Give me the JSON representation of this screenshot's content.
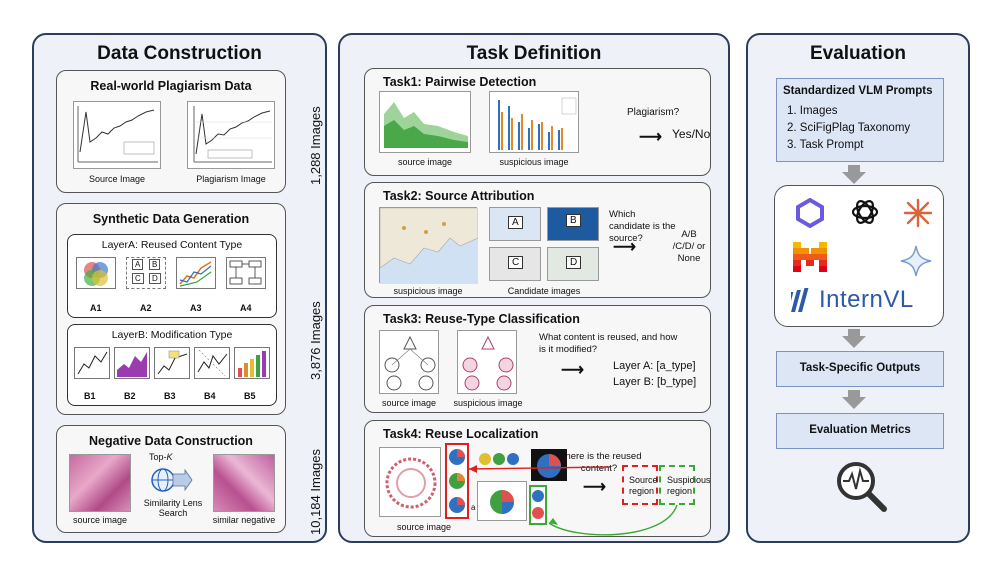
{
  "panels": {
    "data_construction": "Data Construction",
    "task_definition": "Task Definition",
    "evaluation": "Evaluation"
  },
  "data": {
    "real": {
      "title": "Real-world Plagiarism Data",
      "count": "1,288 Images",
      "source_caption": "Source Image",
      "plag_caption": "Plagiarism Image"
    },
    "synthetic": {
      "title": "Synthetic Data Generation",
      "count": "3,876 Images",
      "layer_a": "LayerA: Reused Content Type",
      "layer_b": "LayerB: Modification Type",
      "a_labels": [
        "A1",
        "A2",
        "A3",
        "A4"
      ],
      "a2_letters": [
        "A",
        "B",
        "C",
        "D"
      ],
      "b_labels": [
        "B1",
        "B2",
        "B3",
        "B4",
        "B5"
      ]
    },
    "negative": {
      "title": "Negative Data Construction",
      "count": "10,184 Images",
      "source_caption": "source image",
      "top_k": "Top-",
      "top_k_var": "K",
      "search_caption": "Similarity Lens Search",
      "neg_caption": "similar negative"
    }
  },
  "tasks": {
    "task1": {
      "title": "Task1: Pairwise Detection",
      "source": "source image",
      "suspicious": "suspicious image",
      "question": "Plagiarism?",
      "answer": "Yes/No"
    },
    "task2": {
      "title": "Task2: Source Attribution",
      "suspicious": "suspicious image",
      "candidates": "Candidate images",
      "question": "Which candidate is the source?",
      "answer": "A/B /C/D/ or None",
      "letters": [
        "A",
        "B",
        "C",
        "D"
      ]
    },
    "task3": {
      "title": "Task3: Reuse-Type Classification",
      "source": "source image",
      "suspicious": "suspicious image",
      "question": "What content is reused, and how is it modified?",
      "layer_a": "Layer A: [a_type]",
      "layer_b": "Layer B: [b_type]"
    },
    "task4": {
      "title": "Task4: Reuse Localization",
      "source": "source image",
      "question": "Where is the reused content?",
      "source_region": "Source region",
      "suspicious_region": "Suspicious region",
      "fig_label": "a"
    }
  },
  "evaluation": {
    "prompts_title": "Standardized VLM Prompts",
    "prompts": [
      "1. Images",
      "2. SciFigPlag Taxonomy",
      "3. Task Prompt"
    ],
    "model_label": "InternVL",
    "outputs": "Task-Specific Outputs",
    "metrics": "Evaluation Metrics"
  },
  "colors": {
    "panel_border": "#2b3d5e",
    "panel_bg": "#eef2f8",
    "blue_box": "#dce6f5",
    "red": "#e02020",
    "green": "#3aaa35"
  }
}
